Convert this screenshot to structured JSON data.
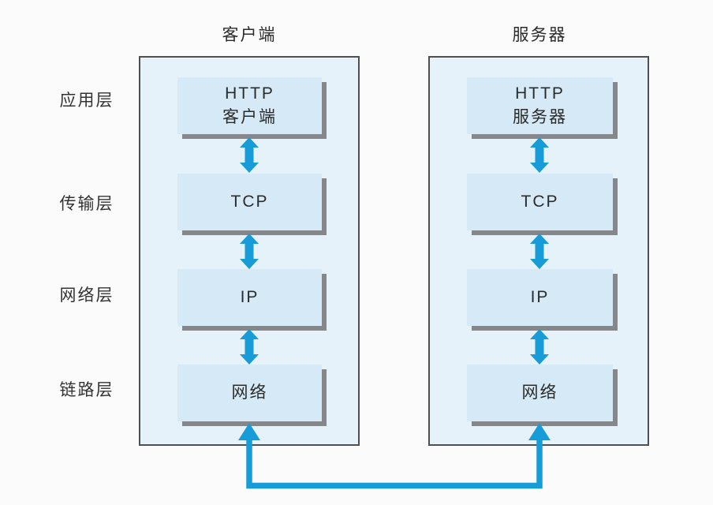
{
  "colors": {
    "accent": "#189cd8",
    "panel-fill": "#e6f2fa",
    "panel-border": "#4f4f4f",
    "box-fill": "#d5eaf6",
    "box-shadow": "#85878a",
    "text": "#2b2b2b",
    "bg": "#fbfbfb"
  },
  "layers": {
    "items": [
      {
        "label": "应用层"
      },
      {
        "label": "传输层"
      },
      {
        "label": "网络层"
      },
      {
        "label": "链路层"
      }
    ]
  },
  "client": {
    "title": "客户端",
    "boxes": [
      {
        "line1": "HTTP",
        "line2": "客户端"
      },
      {
        "line1": "TCP"
      },
      {
        "line1": "IP"
      },
      {
        "line1": "网络"
      }
    ]
  },
  "server": {
    "title": "服务器",
    "boxes": [
      {
        "line1": "HTTP",
        "line2": "服务器"
      },
      {
        "line1": "TCP"
      },
      {
        "line1": "IP"
      },
      {
        "line1": "网络"
      }
    ]
  },
  "icons": {
    "double_arrow": "double-headed vertical arrow (inter-layer communication)",
    "network_link": "U-shaped link line with up arrows (physical network path)"
  }
}
